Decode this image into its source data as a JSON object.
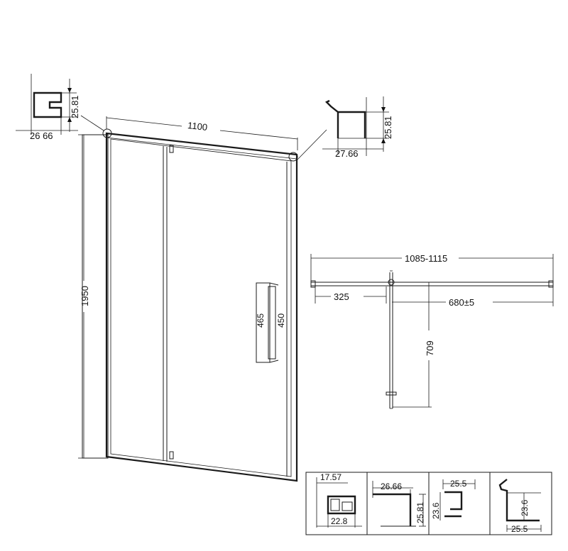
{
  "door": {
    "width": "1100",
    "height": "1950",
    "handle_outer": "465",
    "handle_inner": "450"
  },
  "profile_top_left": {
    "height": "25.81",
    "width": "26 66"
  },
  "profile_top_right": {
    "height": "25.81",
    "width": "27.66"
  },
  "plan_view": {
    "total_width": "1085-1115",
    "fixed_panel": "325",
    "door_opening": "680±5",
    "swing_depth": "709"
  },
  "profile_table": {
    "cell1": {
      "top": "17.57",
      "bottom": "22.8"
    },
    "cell2": {
      "top": "26.66",
      "side": "25.81"
    },
    "cell3": {
      "top": "25.5",
      "side": "23.6"
    },
    "cell4": {
      "side": "23.6",
      "bottom": "25.5"
    }
  }
}
